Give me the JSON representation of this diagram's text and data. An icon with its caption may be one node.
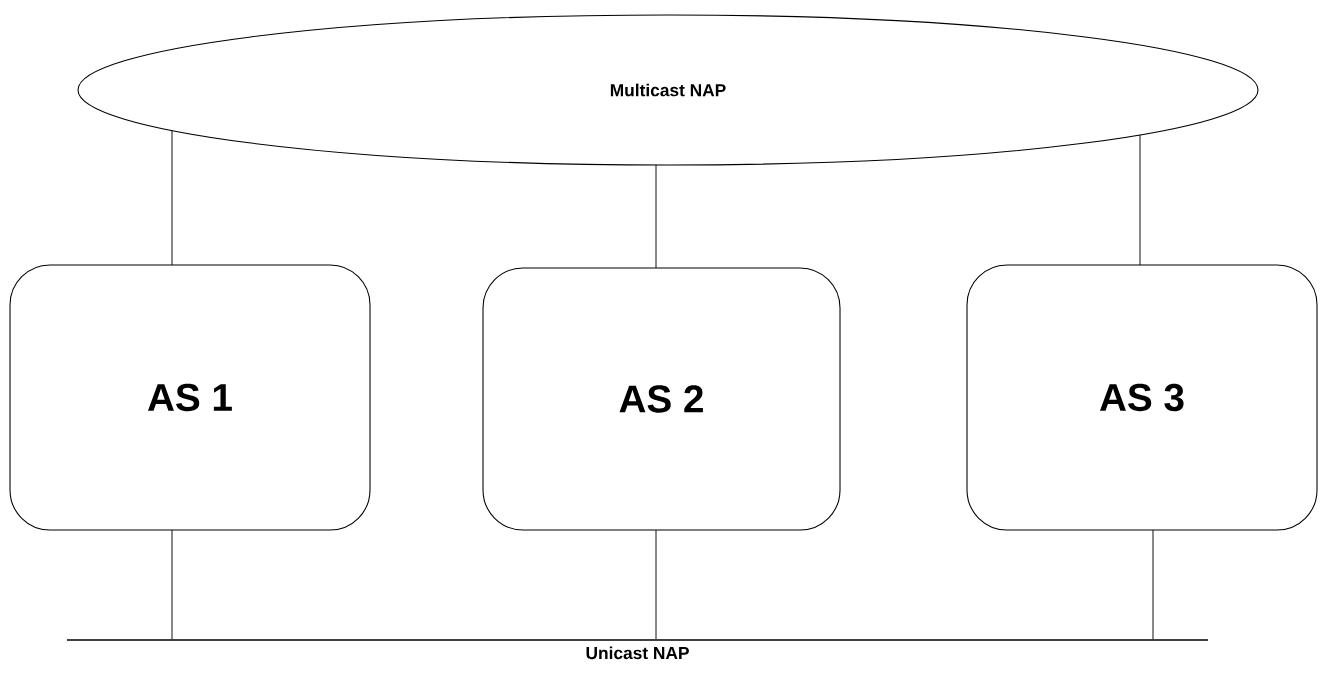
{
  "diagram": {
    "nodes": [
      {
        "text": [
          "Multicast NAP"
        ]
      },
      {
        "text": [
          "AS 1"
        ]
      },
      {
        "text": [
          "AS 2"
        ]
      },
      {
        "text": [
          "AS 3"
        ]
      },
      {
        "text": [
          "Unicast NAP"
        ]
      }
    ],
    "edges": [
      {
        "from": 0,
        "to": 1,
        "arrow": "none"
      },
      {
        "from": 0,
        "to": 2,
        "arrow": "none"
      },
      {
        "from": 0,
        "to": 3,
        "arrow": "none"
      },
      {
        "from": 1,
        "to": 4,
        "arrow": "none"
      },
      {
        "from": 2,
        "to": 4,
        "arrow": "none"
      },
      {
        "from": 3,
        "to": 4,
        "arrow": "none"
      }
    ]
  }
}
